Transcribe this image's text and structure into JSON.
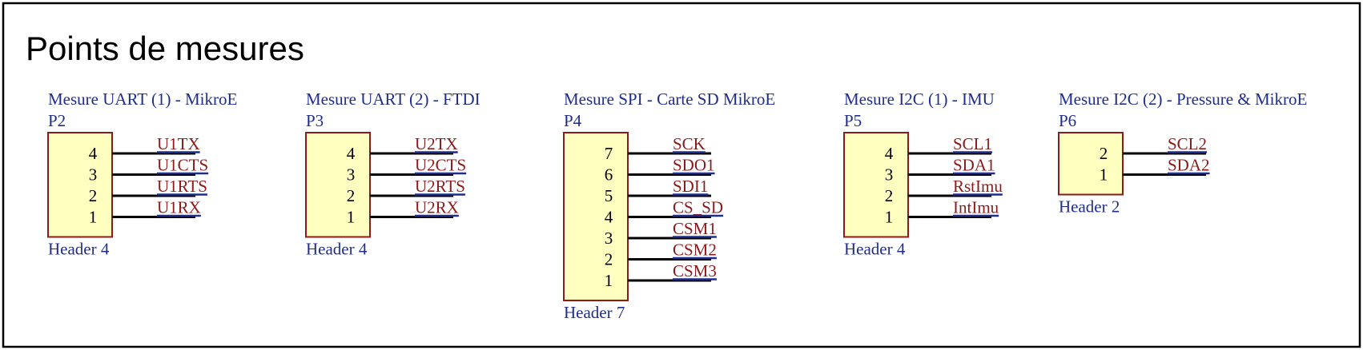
{
  "title": "Points de mesures",
  "colors": {
    "border": "#000000",
    "header_fill": "#ffffc0",
    "header_stroke": "#8b1a1a",
    "component_text": "#1f2d8c",
    "net_text": "#8b1a1a",
    "net_underline": "#1f2d8c",
    "wire": "#000000"
  },
  "connectors": [
    {
      "label": "Mesure UART (1) - MikroE",
      "designator": "P2",
      "footprint": "Header 4",
      "pins": [
        {
          "number": "4",
          "net": "U1TX"
        },
        {
          "number": "3",
          "net": "U1CTS"
        },
        {
          "number": "2",
          "net": "U1RTS"
        },
        {
          "number": "1",
          "net": "U1RX"
        }
      ]
    },
    {
      "label": "Mesure UART (2) - FTDI",
      "designator": "P3",
      "footprint": "Header 4",
      "pins": [
        {
          "number": "4",
          "net": "U2TX"
        },
        {
          "number": "3",
          "net": "U2CTS"
        },
        {
          "number": "2",
          "net": "U2RTS"
        },
        {
          "number": "1",
          "net": "U2RX"
        }
      ]
    },
    {
      "label": "Mesure SPI - Carte SD MikroE",
      "designator": "P4",
      "footprint": "Header 7",
      "pins": [
        {
          "number": "7",
          "net": "SCK"
        },
        {
          "number": "6",
          "net": "SDO1"
        },
        {
          "number": "5",
          "net": "SDI1"
        },
        {
          "number": "4",
          "net": "CS_SD"
        },
        {
          "number": "3",
          "net": "CSM1"
        },
        {
          "number": "2",
          "net": "CSM2"
        },
        {
          "number": "1",
          "net": "CSM3"
        }
      ]
    },
    {
      "label": "Mesure I2C (1) - IMU",
      "designator": "P5",
      "footprint": "Header 4",
      "pins": [
        {
          "number": "4",
          "net": "SCL1"
        },
        {
          "number": "3",
          "net": "SDA1"
        },
        {
          "number": "2",
          "net": "RstImu"
        },
        {
          "number": "1",
          "net": "IntImu"
        }
      ]
    },
    {
      "label": "Mesure I2C (2) - Pressure & MikroE",
      "designator": "P6",
      "footprint": "Header 2",
      "pins": [
        {
          "number": "2",
          "net": "SCL2"
        },
        {
          "number": "1",
          "net": "SDA2"
        }
      ]
    }
  ]
}
